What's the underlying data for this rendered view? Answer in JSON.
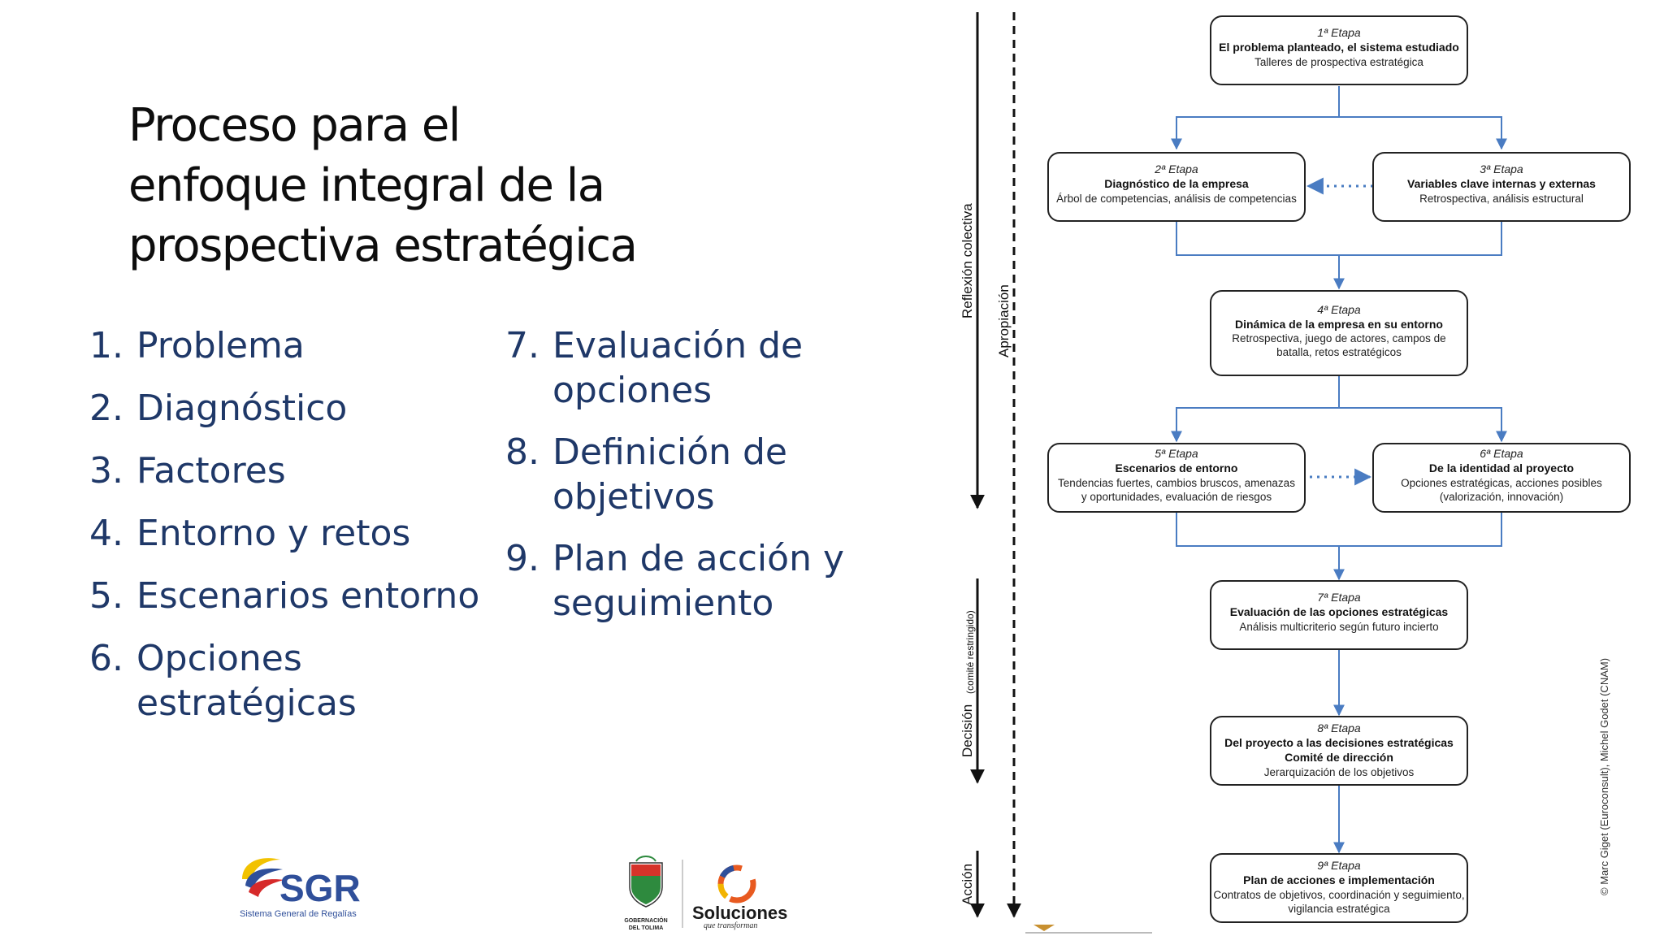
{
  "title_lines": [
    "Proceso para el",
    "enfoque integral de la",
    "prospectiva estratégica"
  ],
  "list_left": [
    {
      "num": "1.",
      "text": "Problema"
    },
    {
      "num": "2.",
      "text": "Diagnóstico"
    },
    {
      "num": "3.",
      "text": "Factores"
    },
    {
      "num": "4.",
      "text": "Entorno y retos"
    },
    {
      "num": "5.",
      "text": "Escenarios entorno"
    },
    {
      "num": "6.",
      "text": "Opciones estratégicas"
    }
  ],
  "list_right": [
    {
      "num": "7.",
      "text": "Evaluación de opciones"
    },
    {
      "num": "8.",
      "text": "Definición de objetivos"
    },
    {
      "num": "9.",
      "text": "Plan de acción y seguimiento"
    }
  ],
  "diagram": {
    "stages": [
      {
        "label": "1ª Etapa",
        "title": "El problema planteado, el sistema estudiado",
        "desc": [
          "Talleres de prospectiva estratégica"
        ]
      },
      {
        "label": "2ª Etapa",
        "title": "Diagnóstico de la empresa",
        "desc": [
          "Árbol de competencias, análisis de competencias"
        ]
      },
      {
        "label": "3ª Etapa",
        "title": "Variables clave internas y externas",
        "desc": [
          "Retrospectiva, análisis estructural"
        ]
      },
      {
        "label": "4ª Etapa",
        "title": "Dinámica de la empresa en su entorno",
        "desc": [
          "Retrospectiva, juego de actores, campos de",
          "batalla, retos estratégicos"
        ]
      },
      {
        "label": "5ª Etapa",
        "title": "Escenarios de entorno",
        "desc": [
          "Tendencias fuertes, cambios bruscos, amenazas",
          "y oportunidades, evaluación de riesgos"
        ]
      },
      {
        "label": "6ª Etapa",
        "title": "De la identidad al proyecto",
        "desc": [
          "Opciones estratégicas, acciones posibles",
          "(valorización, innovación)"
        ]
      },
      {
        "label": "7ª Etapa",
        "title": "Evaluación de las opciones estratégicas",
        "desc": [
          "Análisis multicriterio según futuro incierto"
        ]
      },
      {
        "label": "8ª Etapa",
        "title": "Del proyecto a las decisiones estratégicas",
        "title2": "Comité de dirección",
        "desc": [
          "Jerarquización de los objetivos"
        ]
      },
      {
        "label": "9ª Etapa",
        "title": "Plan de acciones e implementación",
        "desc": [
          "Contratos de objetivos, coordinación y seguimiento,",
          "vigilancia estratégica"
        ]
      }
    ],
    "side_labels": {
      "reflexion": "Reflexión colectiva",
      "apropiacion": "Apropiación",
      "decision": "Decisión",
      "decision_note": "(comité restringido)",
      "accion": "Acción"
    },
    "credit": "© Marc Giget (Euroconsult), Michel Godet (CNAM)"
  },
  "logos": {
    "sgr": "SGR",
    "sgr_sub": "Sistema General de Regalías",
    "gobernacion": [
      "GOBERNACIÓN",
      "DEL TOLIMA"
    ],
    "soluciones": "Soluciones",
    "soluciones_sub": "que transforman"
  },
  "colors": {
    "title": "#0d0d0d",
    "list": "#1f3868",
    "connector": "#4a7cc2",
    "box_border": "#222222"
  }
}
